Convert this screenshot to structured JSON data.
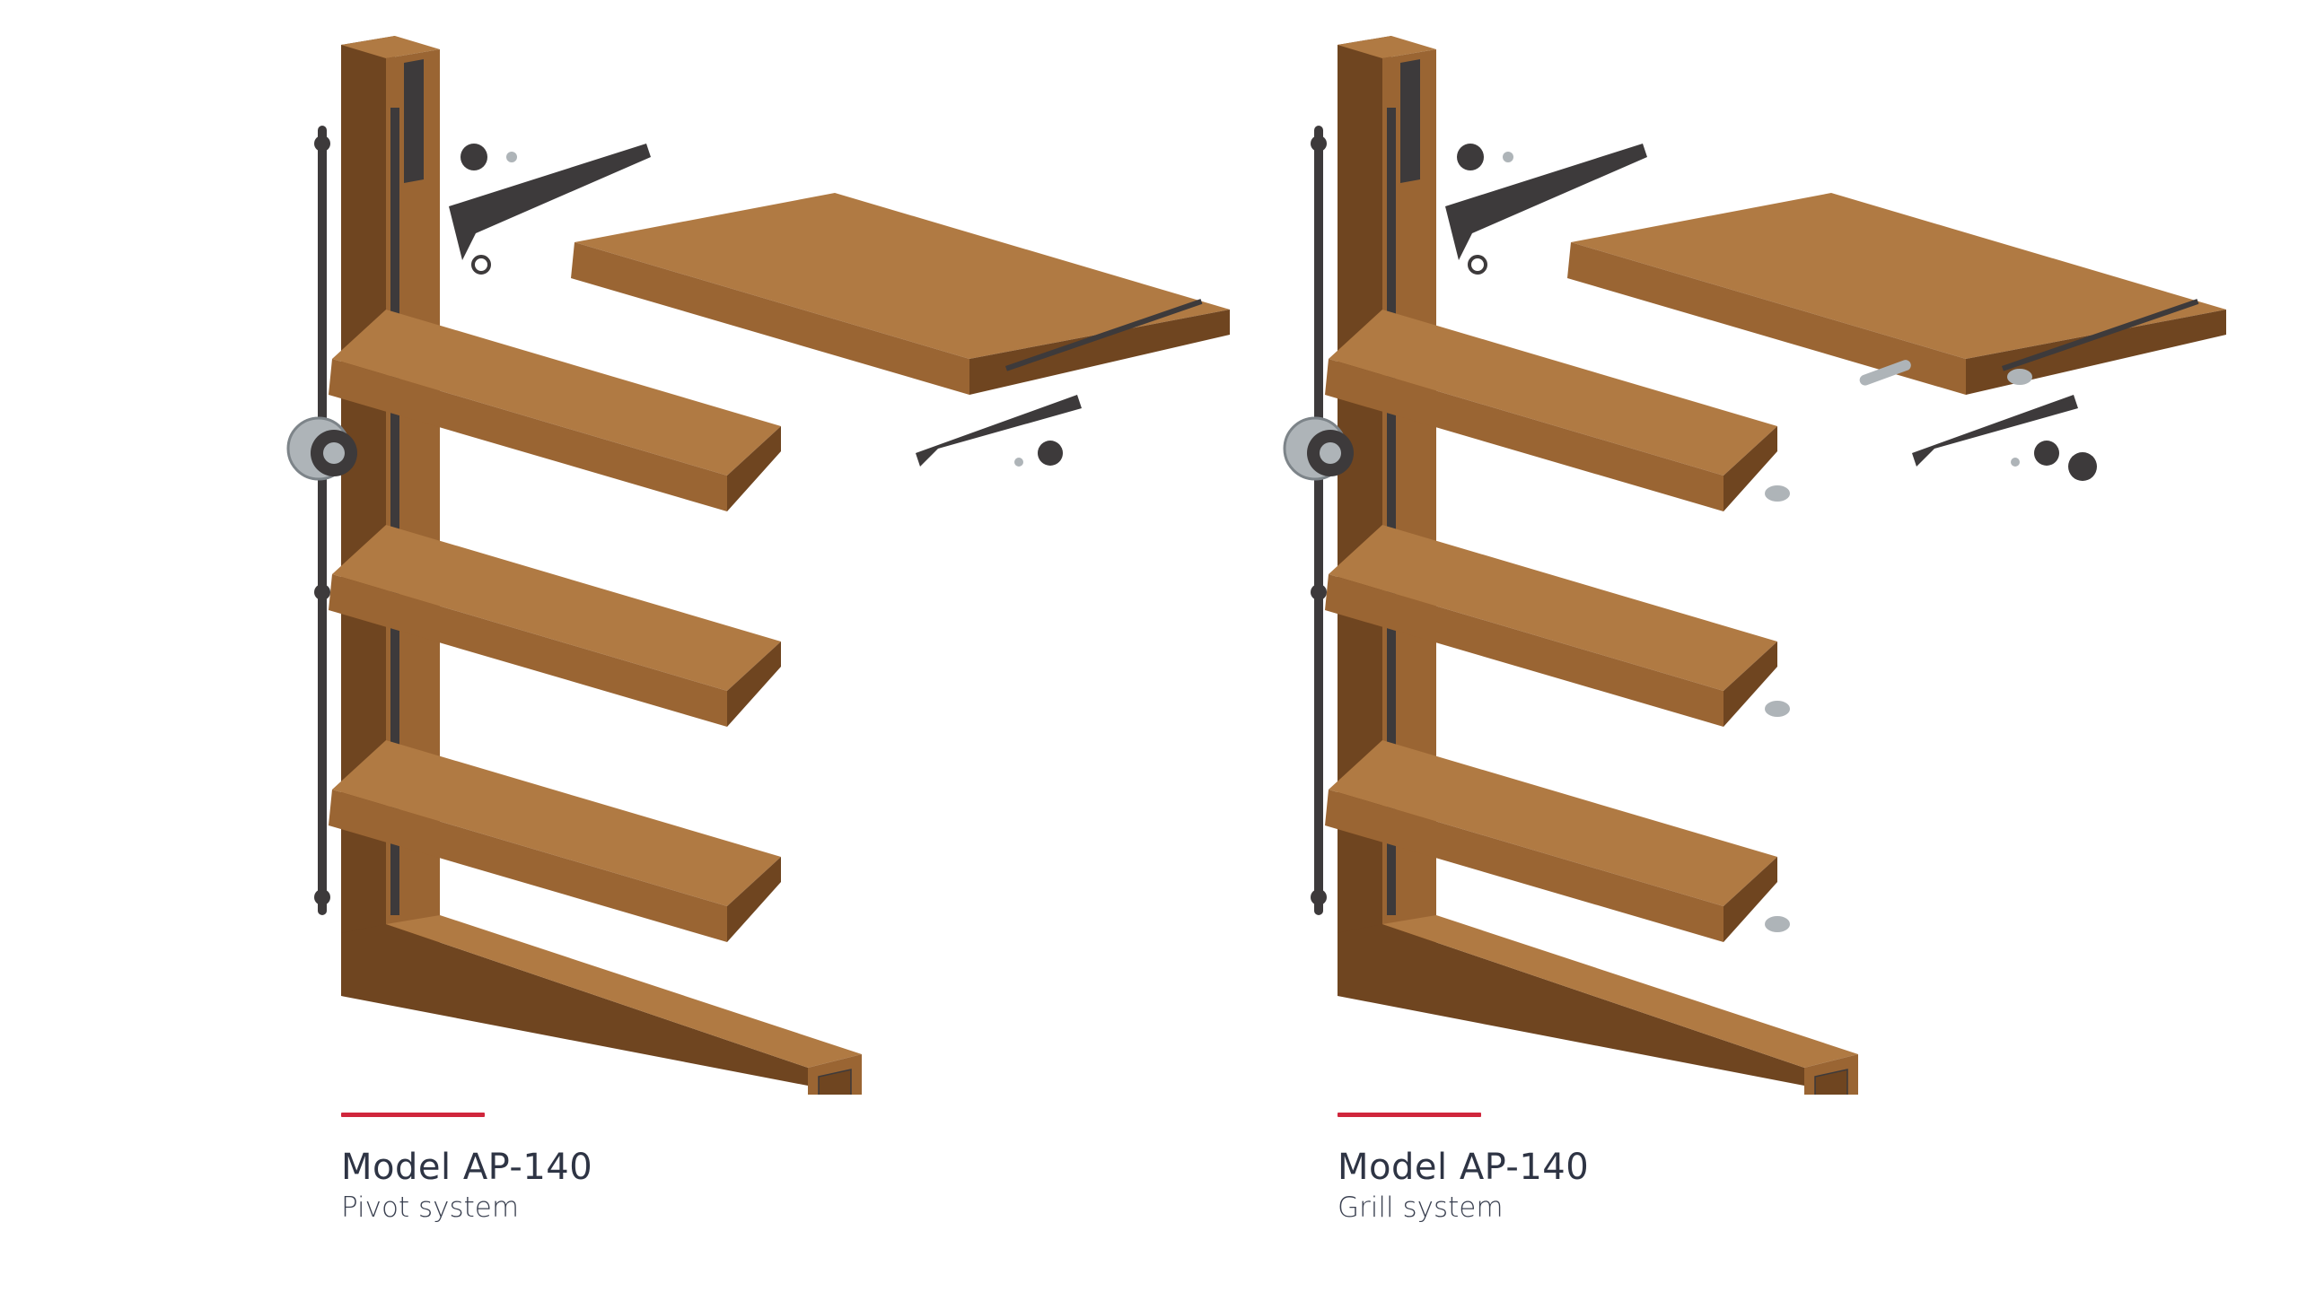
{
  "colors": {
    "accent": "#d0263c",
    "wood": "#9a6533",
    "wood_light": "#b07a43",
    "wood_dark": "#6f4520",
    "hardware": "#3d3a3b",
    "metal": "#aeb4b8",
    "text": "#2e3444"
  },
  "products": [
    {
      "title": "Model AP-140",
      "subtitle": "Pivot system",
      "variant": "pivot"
    },
    {
      "title": "Model AP-140",
      "subtitle": "Grill system",
      "variant": "grill"
    }
  ]
}
